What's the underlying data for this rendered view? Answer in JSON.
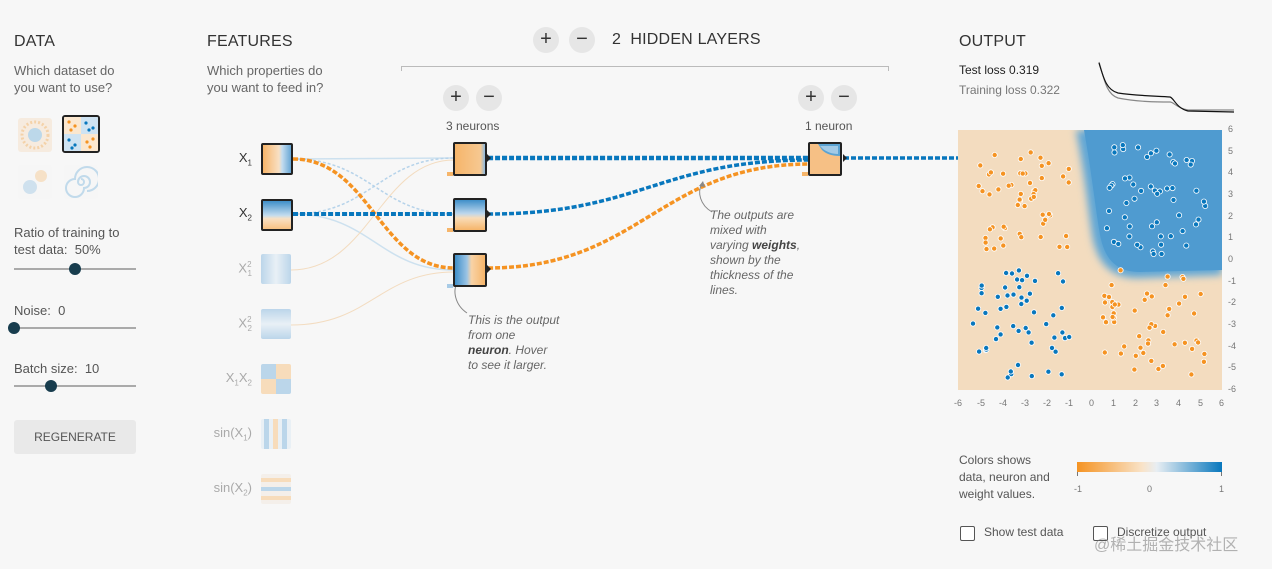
{
  "data_col": {
    "title": "DATA",
    "question": [
      "Which dataset do",
      "you want to use?"
    ],
    "ratio_label": [
      "Ratio of training to",
      "test data:"
    ],
    "ratio_value": "50%",
    "ratio_fraction": 0.5,
    "noise_label": "Noise:",
    "noise_value": "0",
    "noise_fraction": 0,
    "batch_label": "Batch size:",
    "batch_value": "10",
    "batch_fraction": 0.3,
    "regenerate": "REGENERATE",
    "datasets": [
      "circle",
      "xor",
      "gaussian",
      "spiral"
    ],
    "selected_dataset": "xor"
  },
  "features_col": {
    "title": "FEATURES",
    "question": [
      "Which properties do",
      "you want to feed in?"
    ],
    "features": [
      {
        "base": "X",
        "sub": "1",
        "sup": "",
        "active": true
      },
      {
        "base": "X",
        "sub": "2",
        "sup": "",
        "active": true
      },
      {
        "base": "X",
        "sub": "1",
        "sup": "2",
        "active": false
      },
      {
        "base": "X",
        "sub": "2",
        "sup": "2",
        "active": false
      },
      {
        "base": "X₁X₂",
        "sub": "",
        "sup": "",
        "active": false
      },
      {
        "base": "sin(X",
        "sub": "1",
        "sup": "",
        "tail": ")",
        "active": false
      },
      {
        "base": "sin(X",
        "sub": "2",
        "sup": "",
        "tail": ")",
        "active": false
      }
    ]
  },
  "network": {
    "layers_count": "2",
    "layers_label": "HIDDEN LAYERS",
    "plus": "+",
    "minus": "−",
    "layer1_label": "3 neurons",
    "layer2_label": "1 neuron",
    "note1": [
      "This is the output",
      "from one",
      "neuron",
      ". Hover",
      "to see it larger."
    ],
    "note2": [
      "The outputs are",
      "mixed with",
      "varying",
      "weights",
      ",",
      "shown by the",
      "thickness of the",
      "lines."
    ]
  },
  "output_col": {
    "title": "OUTPUT",
    "test_loss_label": "Test loss",
    "test_loss": "0.319",
    "train_loss_label": "Training loss",
    "train_loss": "0.322",
    "y_ticks": [
      "6",
      "5",
      "4",
      "3",
      "2",
      "1",
      "0",
      "-1",
      "-2",
      "-3",
      "-4",
      "-5",
      "-6"
    ],
    "x_ticks": [
      "-6",
      "-5",
      "-4",
      "-3",
      "-2",
      "-1",
      "0",
      "1",
      "2",
      "3",
      "4",
      "5",
      "6"
    ],
    "legend_text": [
      "Colors shows",
      "data, neuron and",
      "weight values."
    ],
    "legend_ticks": [
      "-1",
      "0",
      "1"
    ],
    "show_test_label": "Show test data",
    "discretize_label": "Discretize output",
    "watermark": "@稀土掘金技术社区"
  },
  "colors": {
    "orange": "#f59322",
    "blue": "#0877bd",
    "bg_orange": "#f4d9b8",
    "bg_blue": "#5ba3d2"
  }
}
